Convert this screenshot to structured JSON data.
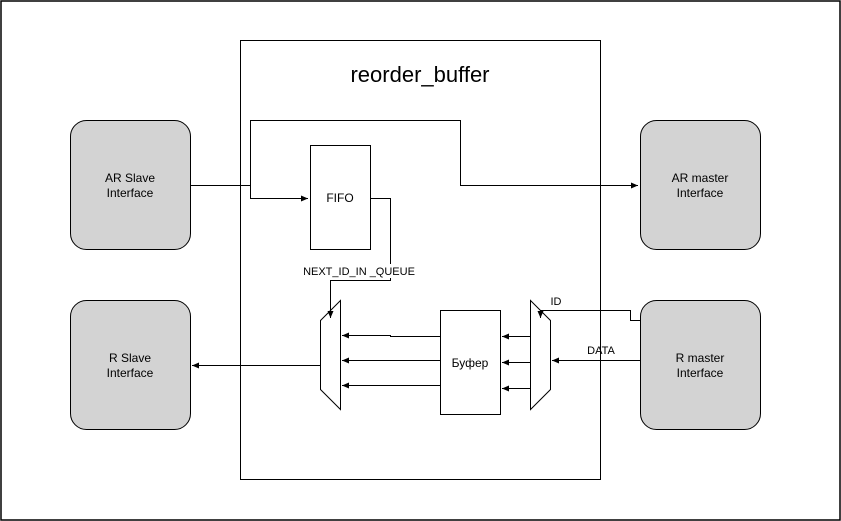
{
  "diagram": {
    "module": {
      "title": "reorder_buffer"
    },
    "blocks": {
      "ar_slave": {
        "line1": "AR Slave",
        "line2": "Interface"
      },
      "ar_master": {
        "line1": "AR master",
        "line2": "Interface"
      },
      "r_slave": {
        "line1": "R Slave",
        "line2": "Interface"
      },
      "r_master": {
        "line1": "R master",
        "line2": "Interface"
      },
      "fifo": {
        "label": "FIFO"
      },
      "buffer": {
        "label": "Буфер"
      }
    },
    "signals": {
      "next_id": "NEXT_ID_IN _QUEUE",
      "id": "ID",
      "data": "DATA"
    }
  }
}
